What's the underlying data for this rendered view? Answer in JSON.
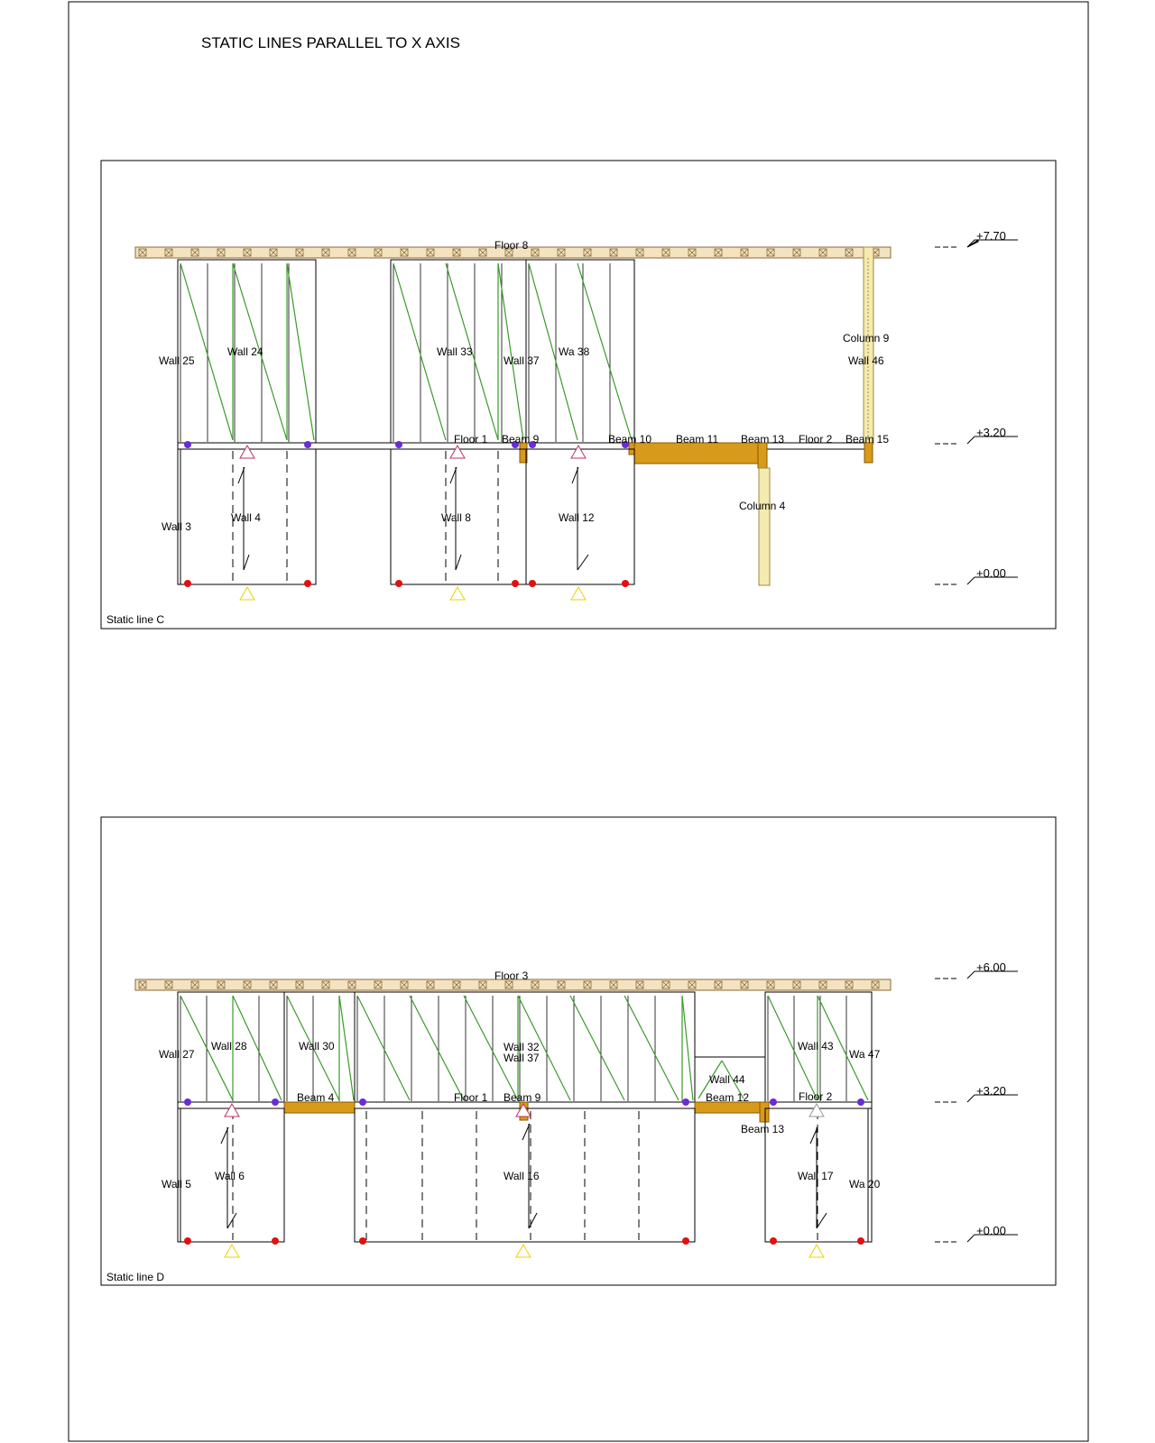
{
  "page_title": "STATIC LINES PARALLEL TO X AXIS",
  "colors": {
    "line": "#000000",
    "floor_fill": "#f3e3c0",
    "floor_stroke": "#8a6a3a",
    "wall_brace": "#3a9a2a",
    "beam_fill": "#d89a1a",
    "beam_stroke": "#8a5a00",
    "column_fill": "#f5eab0",
    "column_stroke": "#a08a40",
    "support_red": "#e31010",
    "support_purple": "#6a2bd8",
    "support_triangle_yellow": "#e8d400",
    "support_triangle_pink": "#c03060"
  },
  "panels": [
    {
      "caption": "Static line C",
      "elevations": [
        "+7.70",
        "+3.20",
        "+0.00"
      ],
      "labels": {
        "floor_top": "Floor 8",
        "wall_25": "Wall 25",
        "wall_24": "Wall 24",
        "wall_33": "Wall 33",
        "wall_37": "Wall 37",
        "wall_38": "Wa   38",
        "column_9": "Column 9",
        "wall_46": "Wall 46",
        "floor_1": "Floor 1",
        "beam_9": "Beam 9",
        "beam_10": "Beam 10",
        "beam_11": "Beam 11",
        "beam_13": "Beam 13",
        "floor_2": "Floor 2",
        "beam_15": "Beam 15",
        "column_4": "Column 4",
        "wall_3": "Wall 3",
        "wall_4": "Wall 4",
        "wall_8": "Wall 8",
        "wall_12": "Wall 12"
      }
    },
    {
      "caption": "Static line D",
      "elevations": [
        "+6.00",
        "+3.20",
        "+0.00"
      ],
      "labels": {
        "floor_top": "Floor 3",
        "wall_27": "Wall 27",
        "wall_28": "Wall 28",
        "wall_30": "Wall 30",
        "wall_32": "Wall 32",
        "wall_37": "Wall 37",
        "wall_43": "Wall 43",
        "wall_47": "Wa   47",
        "wall_44": "Wall 44",
        "beam_4": "Beam 4",
        "floor_1": "Floor 1",
        "beam_9": "Beam 9",
        "beam_12": "Beam 12",
        "floor_2": "Floor 2",
        "beam_13": "Beam 13",
        "wall_5": "Wall 5",
        "wall_6": "Wall 6",
        "wall_16": "Wall 16",
        "wall_17": "Wall 17",
        "wall_20": "Wa   20"
      }
    }
  ]
}
